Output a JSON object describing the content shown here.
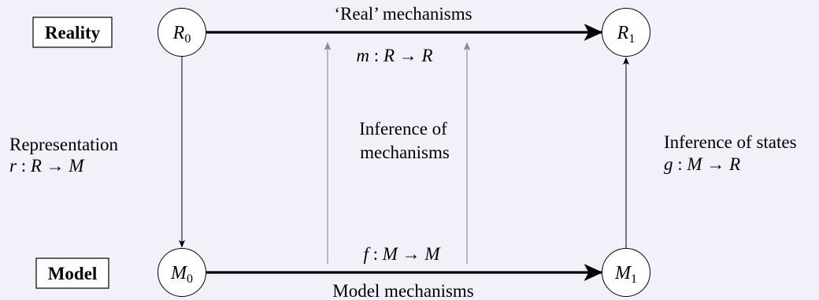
{
  "labels": {
    "reality": "Reality",
    "model": "Model"
  },
  "nodes": {
    "r0": {
      "base": "R",
      "sub": "0"
    },
    "r1": {
      "base": "R",
      "sub": "1"
    },
    "m0": {
      "base": "M",
      "sub": "0"
    },
    "m1": {
      "base": "M",
      "sub": "1"
    }
  },
  "edges": {
    "real_mechanisms": {
      "title": "‘Real’ mechanisms",
      "formula": {
        "f": "m",
        "colon": " : ",
        "a": "R",
        "arrow": " → ",
        "b": "R"
      }
    },
    "model_mechanisms": {
      "title": "Model mechanisms",
      "formula": {
        "f": "f",
        "colon": " : ",
        "a": "M",
        "arrow": " → ",
        "b": "M"
      }
    },
    "representation": {
      "title": "Representation",
      "formula": {
        "f": "r",
        "colon": " : ",
        "a": "R",
        "arrow": " → ",
        "b": "M"
      }
    },
    "inference_states": {
      "title": "Inference of states",
      "formula": {
        "f": "g",
        "colon": " : ",
        "a": "M",
        "arrow": " → ",
        "b": "R"
      }
    },
    "inference_mechanisms": {
      "line1": "Inference of",
      "line2": "mechanisms"
    }
  },
  "colors": {
    "background": "#f1f2f9",
    "node_fill": "#ffffff",
    "stroke": "#000000",
    "grey_arrow": "#8a8a8a"
  }
}
